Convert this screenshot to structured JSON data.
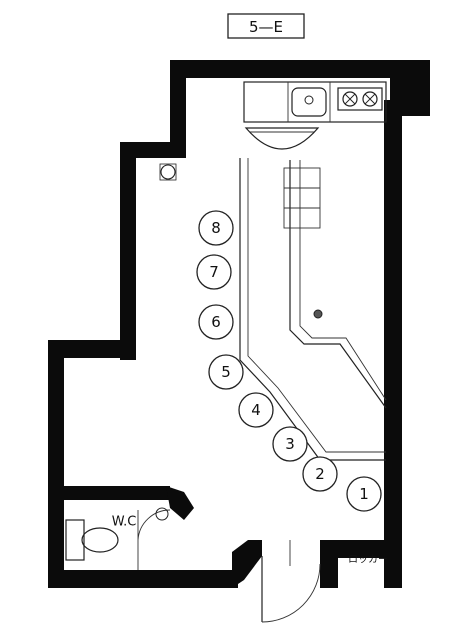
{
  "plan": {
    "unit_label": "5—E",
    "wc_label": "W.C",
    "locker_label": "ロッカー"
  },
  "seats": [
    {
      "label": "8"
    },
    {
      "label": "7"
    },
    {
      "label": "6"
    },
    {
      "label": "5"
    },
    {
      "label": "4"
    },
    {
      "label": "3"
    },
    {
      "label": "2"
    },
    {
      "label": "1"
    }
  ],
  "icons": [
    "stove-burner-icon",
    "sink-icon",
    "toilet-icon",
    "door-swing-icon"
  ]
}
